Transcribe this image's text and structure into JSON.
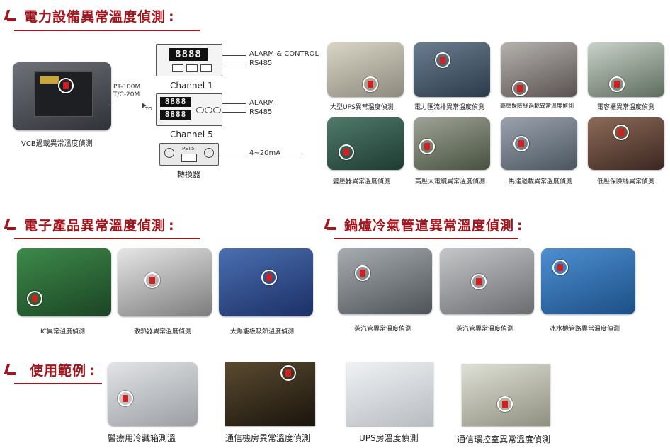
{
  "sections": {
    "power": {
      "title": "電力設備異常溫度偵測",
      "colon": ":"
    },
    "electronics": {
      "title": "電子產品異常溫度偵測",
      "colon": ":"
    },
    "boiler": {
      "title": "鍋爐冷氣管道異常溫度偵測",
      "colon": ":"
    },
    "usage": {
      "title": "使用範例",
      "colon": ":"
    }
  },
  "diagram": {
    "vcb_caption": "VCB過載異常溫度偵測",
    "pt_label_1": "PT-100M",
    "pt_label_2": "T/C-20M",
    "to_label": "TO",
    "meter1_display": "8888",
    "meter5_display_top": "8888",
    "meter5_display_bottom": "8888",
    "channel1": "Channel 1",
    "channel5": "Channel 5",
    "alarm_control": "ALARM & CONTROL",
    "rs485_1": "RS485",
    "alarm": "ALARM",
    "rs485_2": "RS485",
    "current_out": "4~20mA",
    "converter": "轉換器",
    "converter_model": "PST5"
  },
  "power_photos": [
    {
      "caption": "大型UPS異常溫度偵測",
      "icon": "ups-cabinet-photo"
    },
    {
      "caption": "電力匯流排異常溫度偵測",
      "icon": "busbar-photo"
    },
    {
      "caption": "高壓保險絲過載異常溫度偵測",
      "icon": "hv-fuse-photo"
    },
    {
      "caption": "電容櫃異常溫度偵測",
      "icon": "capacitor-cabinet-photo"
    },
    {
      "caption": "變壓器異常溫度偵測",
      "icon": "transformer-photo"
    },
    {
      "caption": "高壓大電纜異常溫度偵測",
      "icon": "hv-cable-photo"
    },
    {
      "caption": "馬達過載異常溫度偵測",
      "icon": "motor-photo"
    },
    {
      "caption": "低壓保險絲異常偵測",
      "icon": "lv-fuse-photo"
    }
  ],
  "electronics_photos": [
    {
      "caption": "IC異常溫度偵測",
      "icon": "circuit-board-photo"
    },
    {
      "caption": "散熱器異常溫度偵測",
      "icon": "heatsink-photo"
    },
    {
      "caption": "太陽能板吸熱溫度偵測",
      "icon": "solar-panel-photo"
    }
  ],
  "boiler_photos": [
    {
      "caption": "蒸汽管異常溫度偵測",
      "icon": "steam-pipe-photo"
    },
    {
      "caption": "蒸汽管異常溫度偵測",
      "icon": "steam-boiler-photo"
    },
    {
      "caption": "冰水機管路異常溫度偵測",
      "icon": "chiller-pipe-photo"
    }
  ],
  "usage_photos": [
    {
      "caption": "醫療用冷藏箱測溫",
      "icon": "medical-fridge-photo"
    },
    {
      "caption": "通信機房異常溫度偵測",
      "icon": "server-room-photo"
    },
    {
      "caption": "UPS房溫度偵測",
      "icon": "ups-room-photo"
    },
    {
      "caption": "通信環控室異常溫度偵測",
      "icon": "control-room-photo"
    }
  ],
  "colors": {
    "accent": "#a3141c",
    "sensor": "#d21f1f"
  }
}
